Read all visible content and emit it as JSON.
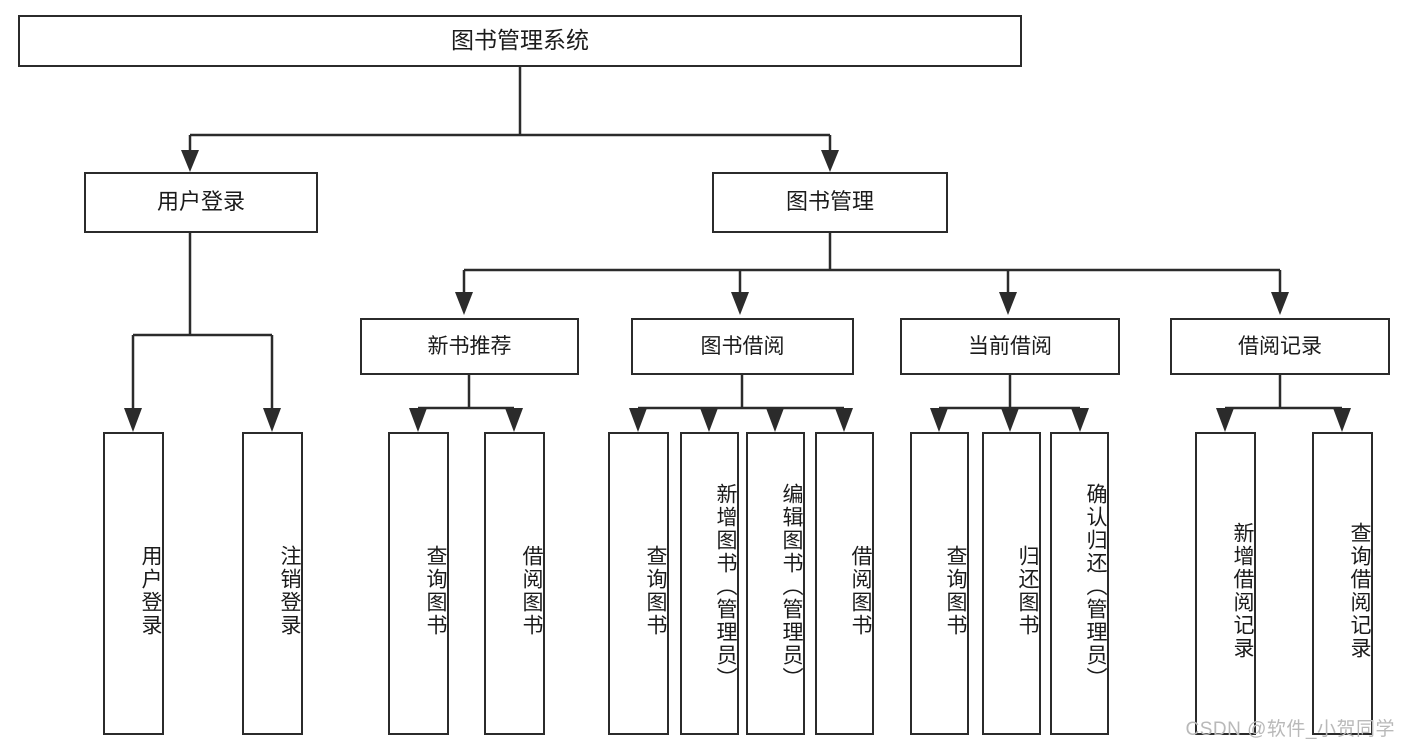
{
  "diagram": {
    "type": "tree",
    "title": "图书管理系统",
    "root": {
      "label": "图书管理系统"
    },
    "level2": [
      {
        "id": "user-login",
        "label": "用户登录"
      },
      {
        "id": "book-management",
        "label": "图书管理"
      }
    ],
    "level3": [
      {
        "id": "new-book-recommend",
        "label": "新书推荐",
        "parent": "book-management"
      },
      {
        "id": "book-borrow",
        "label": "图书借阅",
        "parent": "book-management"
      },
      {
        "id": "current-borrow",
        "label": "当前借阅",
        "parent": "book-management"
      },
      {
        "id": "borrow-record",
        "label": "借阅记录",
        "parent": "book-management"
      }
    ],
    "leaves": [
      {
        "id": "leaf-user-login",
        "label": "用户登录",
        "parent": "user-login"
      },
      {
        "id": "leaf-logout-login",
        "label": "注销登录",
        "parent": "user-login"
      },
      {
        "id": "leaf-query-book-1",
        "label": "查询图书",
        "parent": "new-book-recommend"
      },
      {
        "id": "leaf-borrow-book-1",
        "label": "借阅图书",
        "parent": "new-book-recommend"
      },
      {
        "id": "leaf-query-book-2",
        "label": "查询图书",
        "parent": "book-borrow"
      },
      {
        "id": "leaf-add-book",
        "label": "新增图书（管理员）",
        "parent": "book-borrow"
      },
      {
        "id": "leaf-edit-book",
        "label": "编辑图书（管理员）",
        "parent": "book-borrow"
      },
      {
        "id": "leaf-borrow-book-2",
        "label": "借阅图书",
        "parent": "book-borrow"
      },
      {
        "id": "leaf-query-book-3",
        "label": "查询图书",
        "parent": "current-borrow"
      },
      {
        "id": "leaf-return-book",
        "label": "归还图书",
        "parent": "current-borrow"
      },
      {
        "id": "leaf-confirm-return",
        "label": "确认归还（管理员）",
        "parent": "current-borrow"
      },
      {
        "id": "leaf-add-record",
        "label": "新增借阅记录",
        "parent": "borrow-record"
      },
      {
        "id": "leaf-query-record",
        "label": "查询借阅记录",
        "parent": "borrow-record"
      }
    ],
    "colors": {
      "stroke": "#2b2b2b",
      "box_fill": "#ffffff",
      "text": "#1b1b1b",
      "background": "#ffffff",
      "watermark": "#b9b9b9"
    }
  },
  "watermark": {
    "text": "CSDN @软件_小贺同学"
  }
}
